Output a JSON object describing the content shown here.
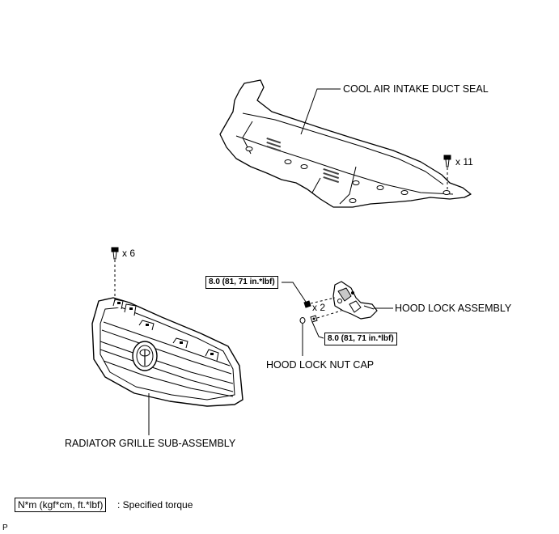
{
  "labels": {
    "cool_air_seal": "COOL AIR INTAKE DUCT SEAL",
    "hood_lock": "HOOD LOCK ASSEMBLY",
    "nut_cap": "HOOD LOCK NUT CAP",
    "grille": "RADIATOR GRILLE SUB-ASSEMBLY"
  },
  "counts": {
    "clips_seal": "x 11",
    "clips_grille": "x 6",
    "bolts_hood_lock": "x 2"
  },
  "torque": {
    "bolt_upper": "8.0 (81, 71 in.*lbf)",
    "bolt_lower": "8.0 (81, 71 in.*lbf)"
  },
  "legend": {
    "box": "N*m (kgf*cm, ft.*lbf)",
    "text": ": Specified torque"
  },
  "corner_mark": "P",
  "colors": {
    "line": "#000000",
    "fill": "#ffffff",
    "shade": "#c8c8c8"
  }
}
